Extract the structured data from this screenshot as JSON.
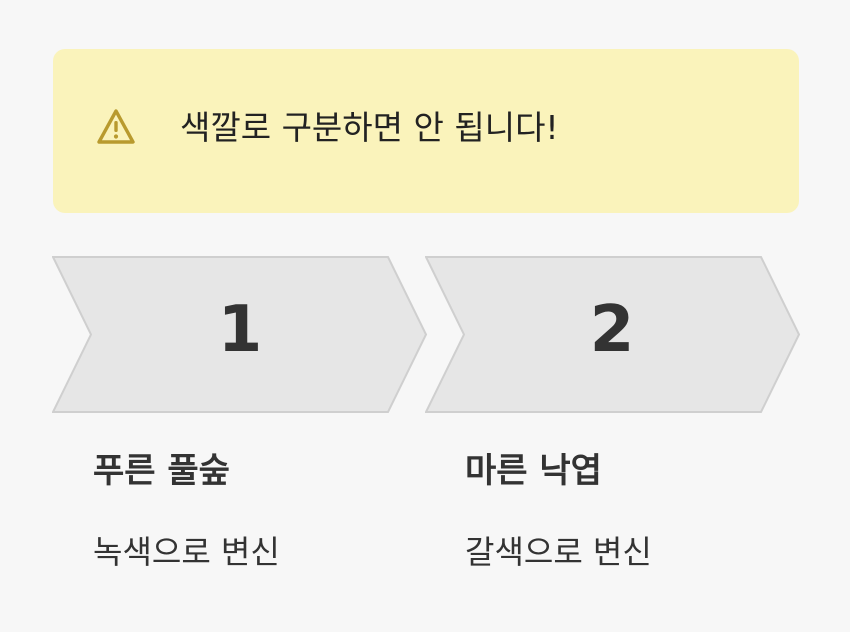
{
  "alert": {
    "icon": "warning-triangle-icon",
    "message": "색깔로 구분하면 안 됩니다!",
    "background": "#faf3bb",
    "icon_color": "#b89a2e"
  },
  "steps": [
    {
      "number": "1",
      "title": "푸른 풀숲",
      "description": "녹색으로 변신"
    },
    {
      "number": "2",
      "title": "마른 낙엽",
      "description": "갈색으로 변신"
    }
  ],
  "colors": {
    "chevron_fill": "#e6e6e6",
    "chevron_stroke": "#cfcfcf",
    "text": "#333333"
  }
}
